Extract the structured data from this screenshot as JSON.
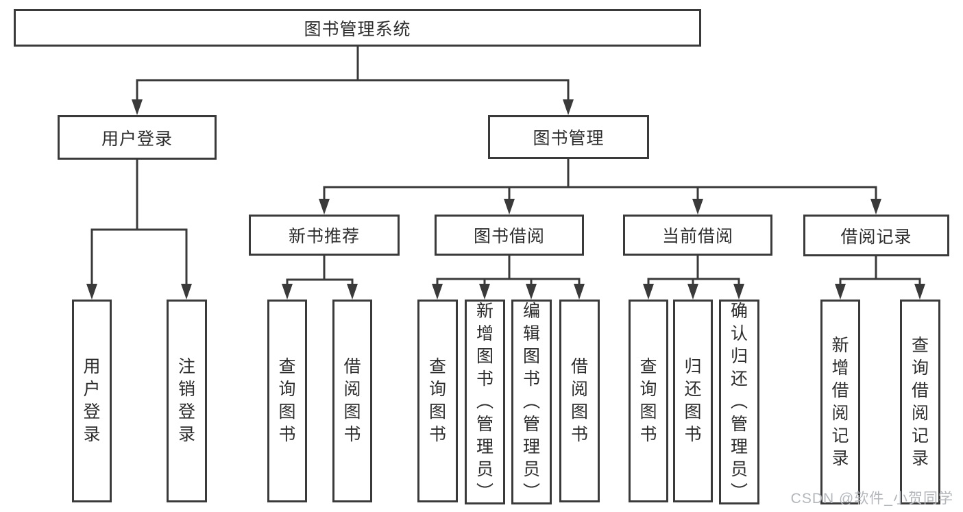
{
  "tree": {
    "root": {
      "label": "图书管理系统"
    },
    "branches": [
      {
        "label": "用户登录",
        "children": [
          {
            "label": "用户登录"
          },
          {
            "label": "注销登录"
          }
        ]
      },
      {
        "label": "图书管理",
        "children": [
          {
            "label": "新书推荐",
            "children": [
              {
                "label": "查询图书"
              },
              {
                "label": "借阅图书"
              }
            ]
          },
          {
            "label": "图书借阅",
            "children": [
              {
                "label": "查询图书"
              },
              {
                "label": "新增图书（管理员）"
              },
              {
                "label": "编辑图书（管理员）"
              },
              {
                "label": "借阅图书"
              }
            ]
          },
          {
            "label": "当前借阅",
            "children": [
              {
                "label": "查询图书"
              },
              {
                "label": "归还图书"
              },
              {
                "label": "确认归还（管理员）"
              }
            ]
          },
          {
            "label": "借阅记录",
            "children": [
              {
                "label": "新增借阅记录"
              },
              {
                "label": "查询借阅记录"
              }
            ]
          }
        ]
      }
    ]
  },
  "watermark": {
    "text": "CSDN @软件_小贺同学"
  },
  "colors": {
    "line": "#3a3a3a",
    "text": "#2d2d2d",
    "box_background": "#ffffff",
    "watermark": "#b3b7bb"
  }
}
